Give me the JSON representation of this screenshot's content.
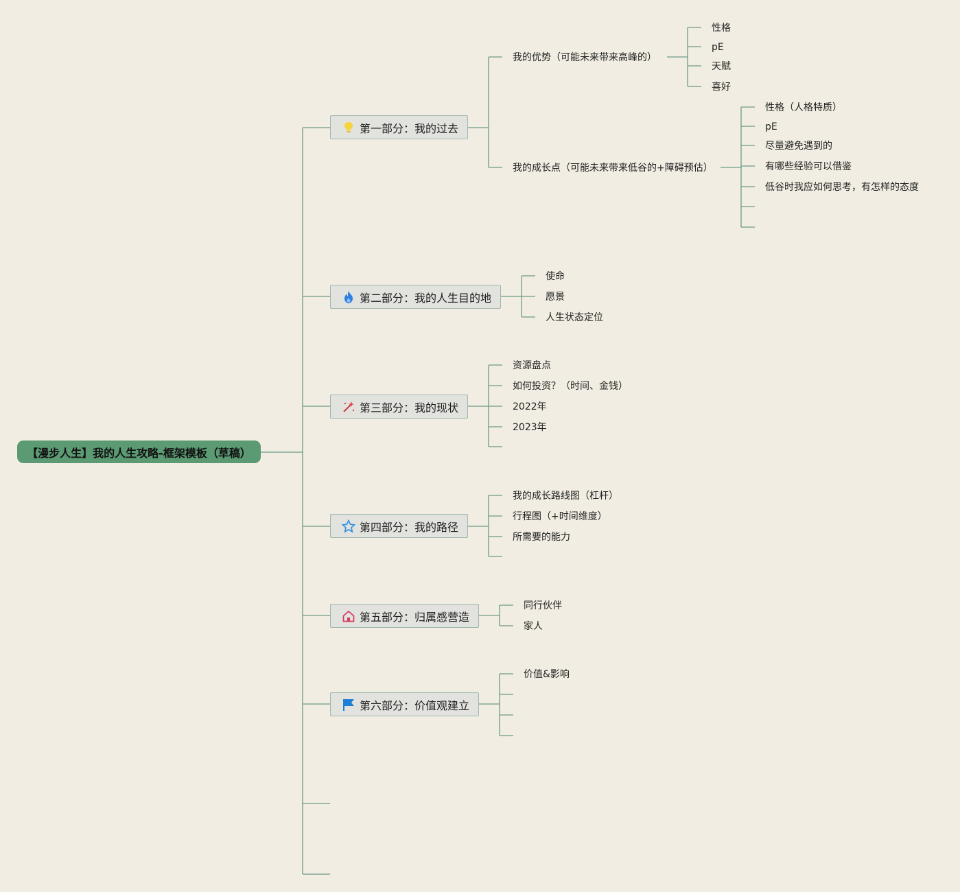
{
  "root": {
    "label": "【漫步人生】我的人生攻略-框架模板（草稿）"
  },
  "sections": [
    {
      "label": "第一部分：我的过去",
      "icon": "lightbulb-icon",
      "children": [
        {
          "label": "我的优势（可能未来带来高峰的）",
          "children": [
            "性格",
            "pE",
            "天赋",
            "喜好"
          ]
        },
        {
          "label": "我的成长点（可能未来带来低谷的+障碍预估）",
          "children": [
            "性格（人格特质）",
            "pE",
            "尽量避免遇到的",
            "有哪些经验可以借鉴",
            "低谷时我应如何思考，有怎样的态度",
            "",
            ""
          ]
        }
      ]
    },
    {
      "label": "第二部分：我的人生目的地",
      "icon": "flame-icon",
      "children": [
        "使命",
        "愿景",
        "人生状态定位"
      ]
    },
    {
      "label": "第三部分：我的现状",
      "icon": "magic-wand-icon",
      "children": [
        "资源盘点",
        "如何投资？（时间、金钱）",
        "2022年",
        "2023年",
        ""
      ]
    },
    {
      "label": "第四部分：我的路径",
      "icon": "star-icon",
      "children": [
        "我的成长路线图（杠杆）",
        "行程图（+时间维度）",
        "所需要的能力",
        ""
      ]
    },
    {
      "label": "第五部分：归属感营造",
      "icon": "home-icon",
      "children": [
        "同行伙伴",
        "家人"
      ]
    },
    {
      "label": "第六部分：价值观建立",
      "icon": "flag-icon",
      "children": [
        "价值&影响",
        "",
        "",
        ""
      ]
    }
  ],
  "colors": {
    "background": "#f1ede2",
    "root": "#5b9a73",
    "line": "#6d9a88",
    "section_fill": "#e2e3df"
  }
}
